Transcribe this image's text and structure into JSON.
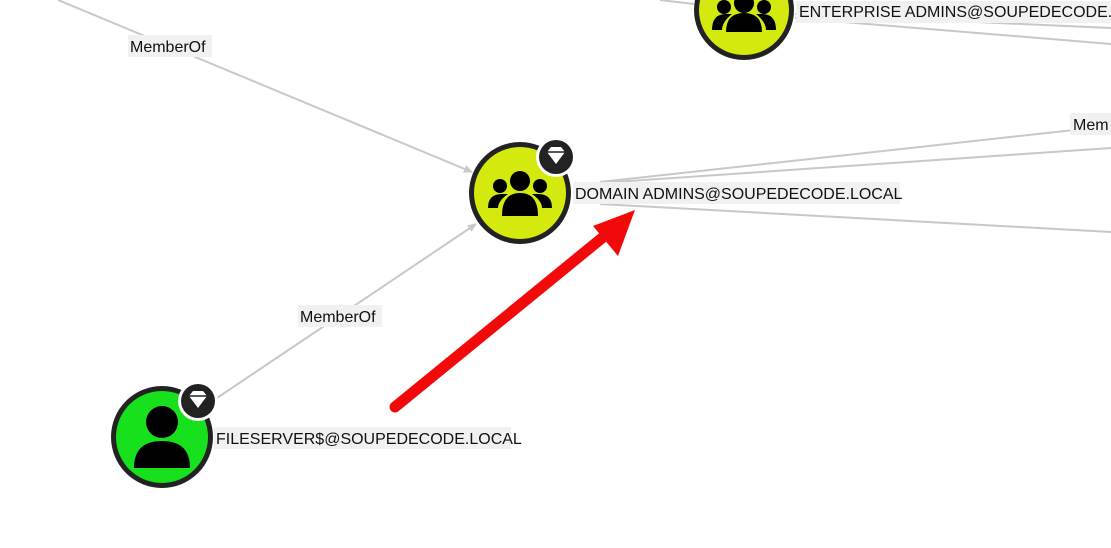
{
  "graph": {
    "edge_labels": [
      "MemberOf",
      "MemberOf",
      "Mem"
    ],
    "nodes": {
      "domain_admins": {
        "label": "DOMAIN ADMINS@SOUPEDECODE.LOCAL",
        "icon": "group-icon",
        "badge": "high-value-gem-icon",
        "fill": "#d4ea0f"
      },
      "fileserver": {
        "label": "FILESERVER$@SOUPEDECODE.LOCAL",
        "icon": "user-icon",
        "badge": "high-value-gem-icon",
        "fill": "#17e01d"
      },
      "enterprise_admins": {
        "label": "ENTERPRISE ADMINS@SOUPEDECODE.L",
        "icon": "group-icon",
        "fill": "#d4ea0f"
      }
    },
    "annotation": {
      "type": "red-arrow",
      "color": "#f20a0a"
    },
    "colors": {
      "edge": "#c8c8c8",
      "node_ring": "#222222"
    }
  }
}
